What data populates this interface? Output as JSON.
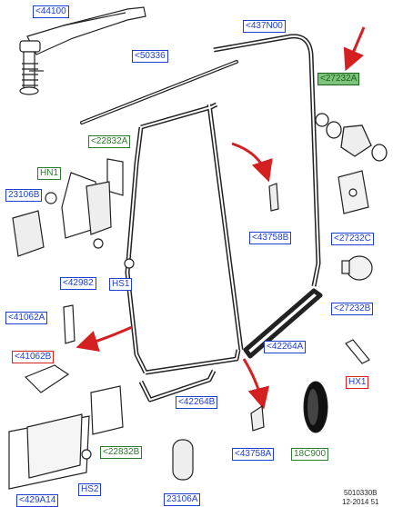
{
  "labels": {
    "l44100": "<44100",
    "l437N00": "<437N00",
    "l50336": "<50336",
    "l27232A": "<27232A",
    "l22832A": "<22832A",
    "HN1": "HN1",
    "l23106B": "23106B",
    "l43758B": "<43758B",
    "l27232C": "<27232C",
    "l42982": "<42982",
    "HS1": "HS1",
    "l27232B": "<27232B",
    "l41062A": "<41062A",
    "l42264A": "<42264A",
    "l41062B": "<41062B",
    "HX1": "HX1",
    "l42264B": "<42264B",
    "l22832B": "<22832B",
    "l43758A": "<43758A",
    "l18C900": "18C900",
    "HS2": "HS2",
    "l429A14": "<429A14",
    "l23106A": "23106A"
  },
  "footer": {
    "code": "5010330B",
    "date": "12-2014 51"
  },
  "colors": {
    "blue": "#1f3fd0",
    "green": "#2e7a2e",
    "red": "#d42020"
  }
}
